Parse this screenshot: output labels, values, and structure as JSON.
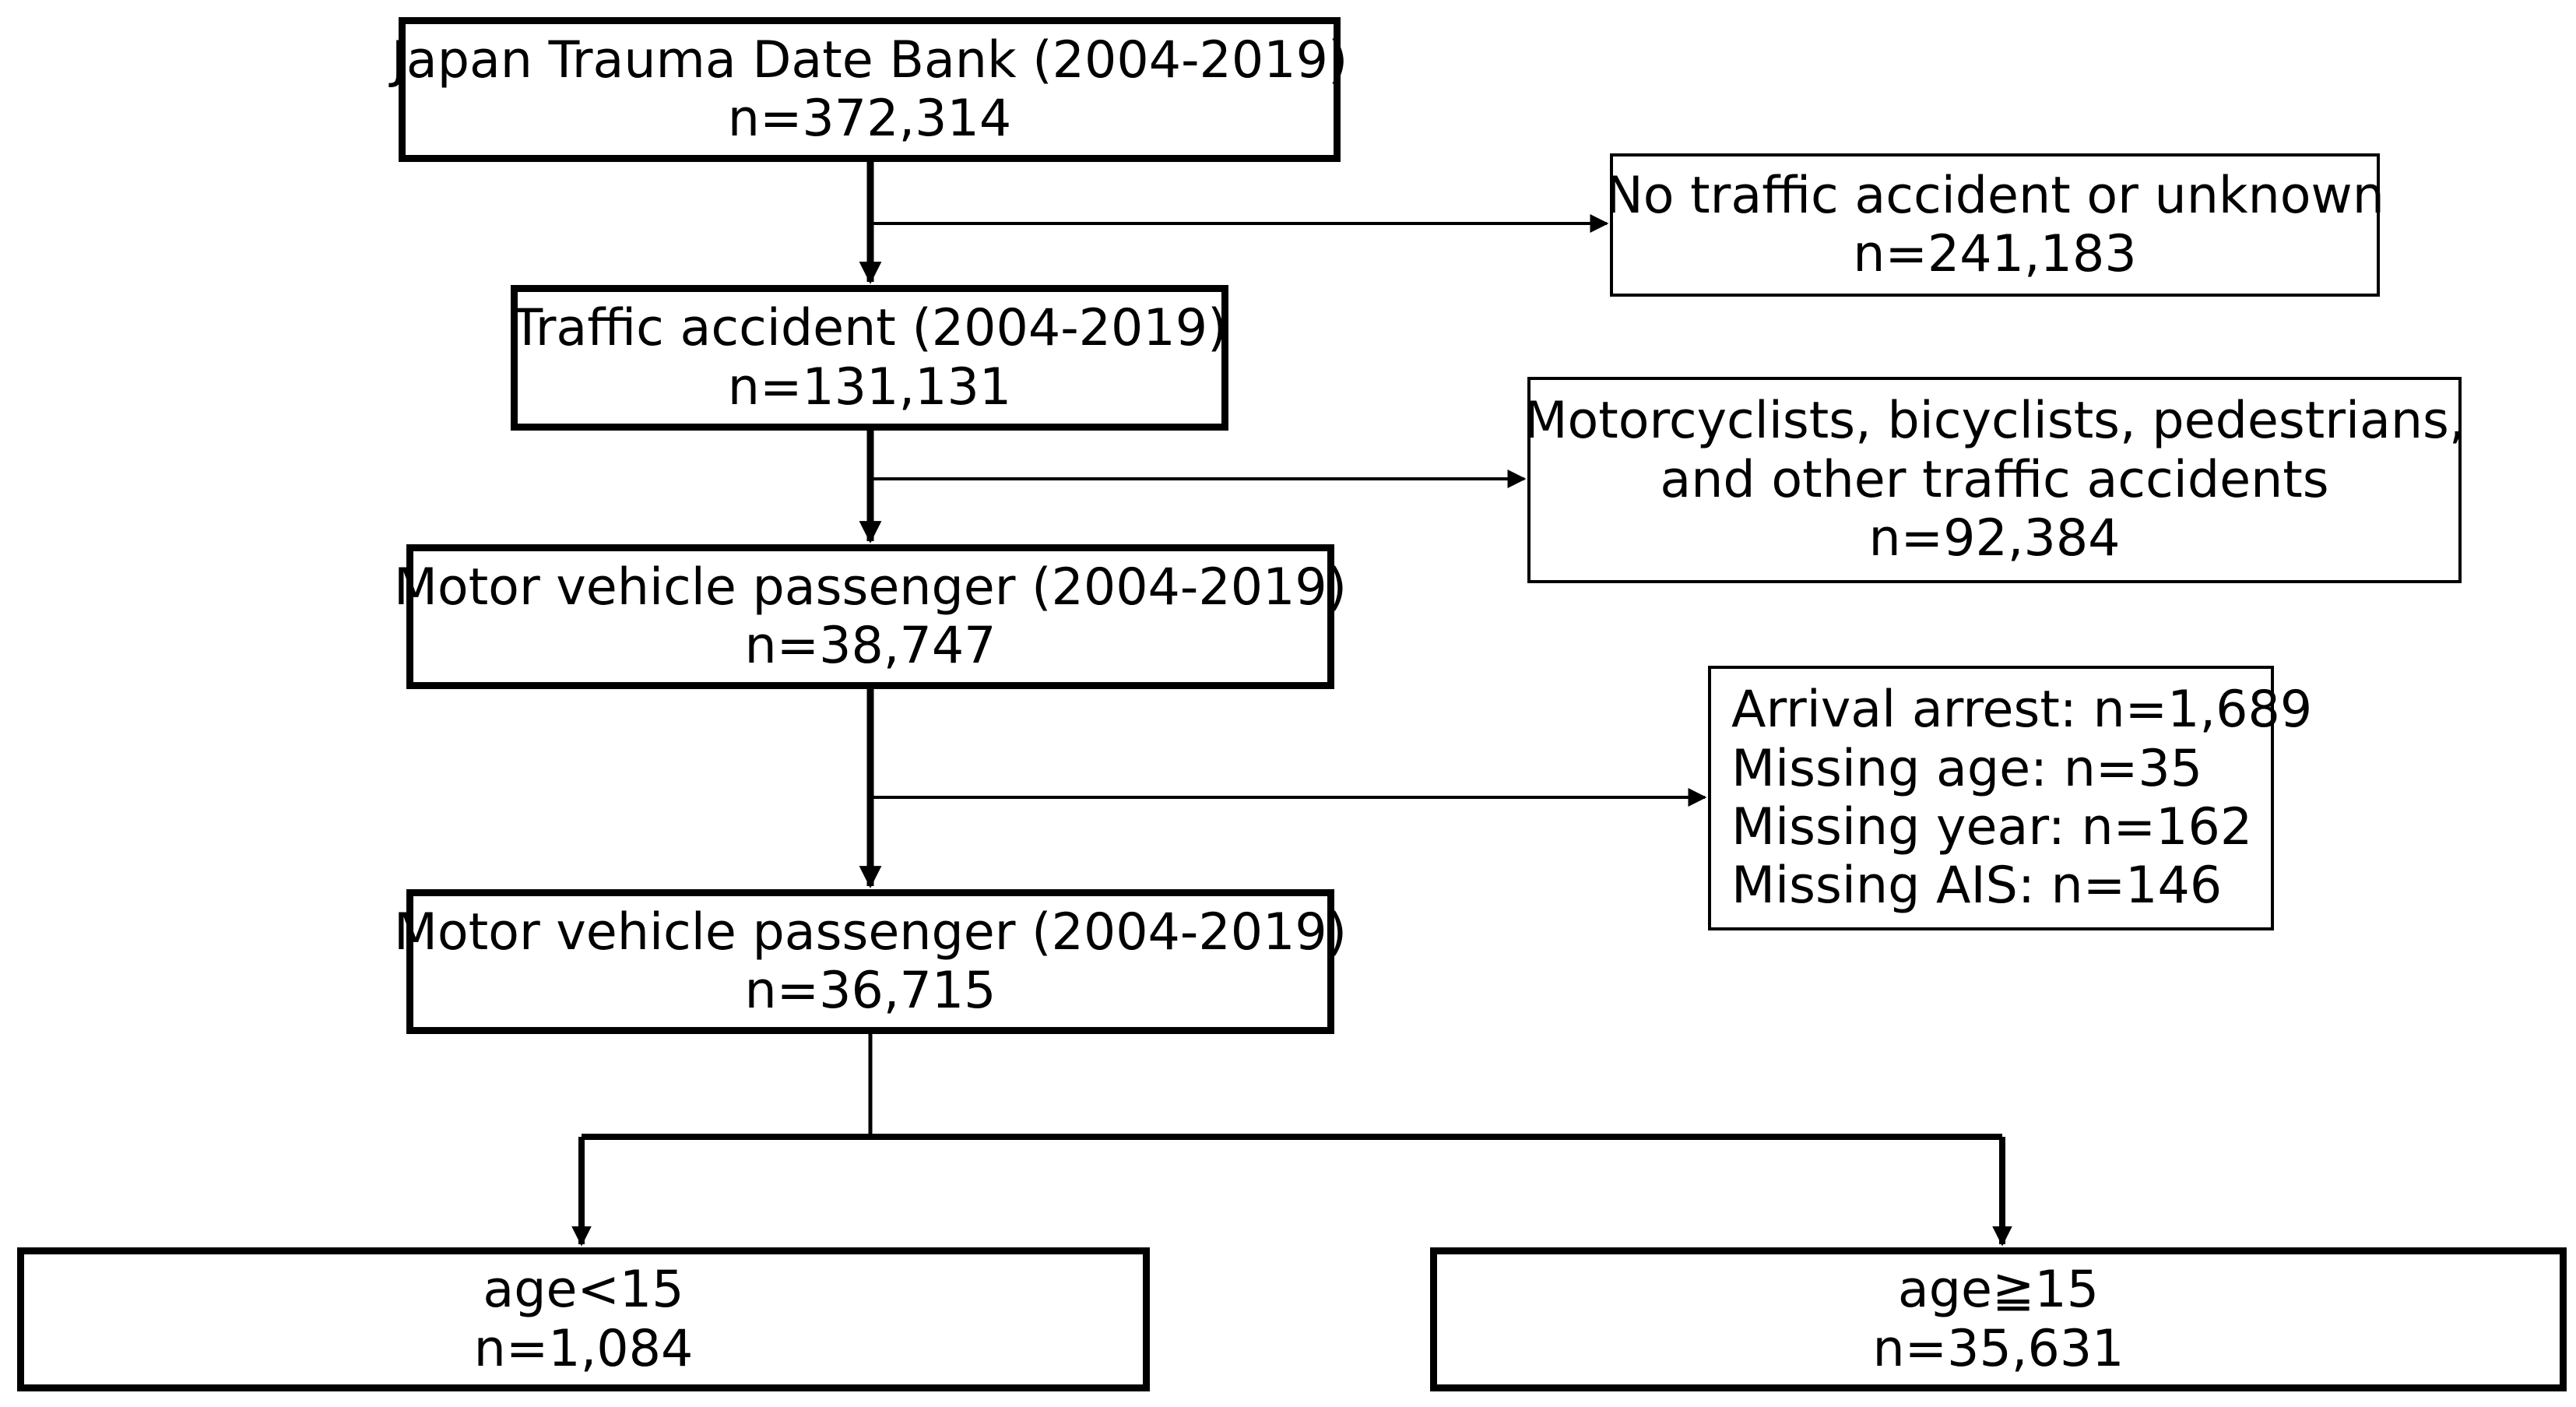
{
  "boxes": {
    "jtdb": {
      "lines": [
        "Japan Trauma Date Bank (2004-2019)",
        "n=372,314"
      ]
    },
    "excluded_no_traffic": {
      "lines": [
        "No traffic accident or unknown",
        "n=241,183"
      ]
    },
    "traffic_accident": {
      "lines": [
        "Traffic accident (2004-2019)",
        "n=131,131"
      ]
    },
    "excluded_other_traffic": {
      "lines": [
        "Motorcyclists, bicyclists, pedestrians,",
        "and other traffic accidents",
        "n=92,384"
      ]
    },
    "mv_passenger_1": {
      "lines": [
        "Motor vehicle passenger (2004-2019)",
        "n=38,747"
      ]
    },
    "excluded_missing": {
      "lines": [
        "Arrival arrest: n=1,689",
        "Missing age: n=35",
        "Missing year: n=162",
        "Missing AIS: n=146"
      ]
    },
    "mv_passenger_2": {
      "lines": [
        "Motor vehicle passenger (2004-2019)",
        "n=36,715"
      ]
    },
    "age_under_15": {
      "lines": [
        "age<15",
        "n=1,084"
      ]
    },
    "age_15_over": {
      "lines": [
        "age≧15",
        "n=35,631"
      ]
    }
  },
  "colors": {
    "line": "#000000",
    "background": "#ffffff"
  }
}
